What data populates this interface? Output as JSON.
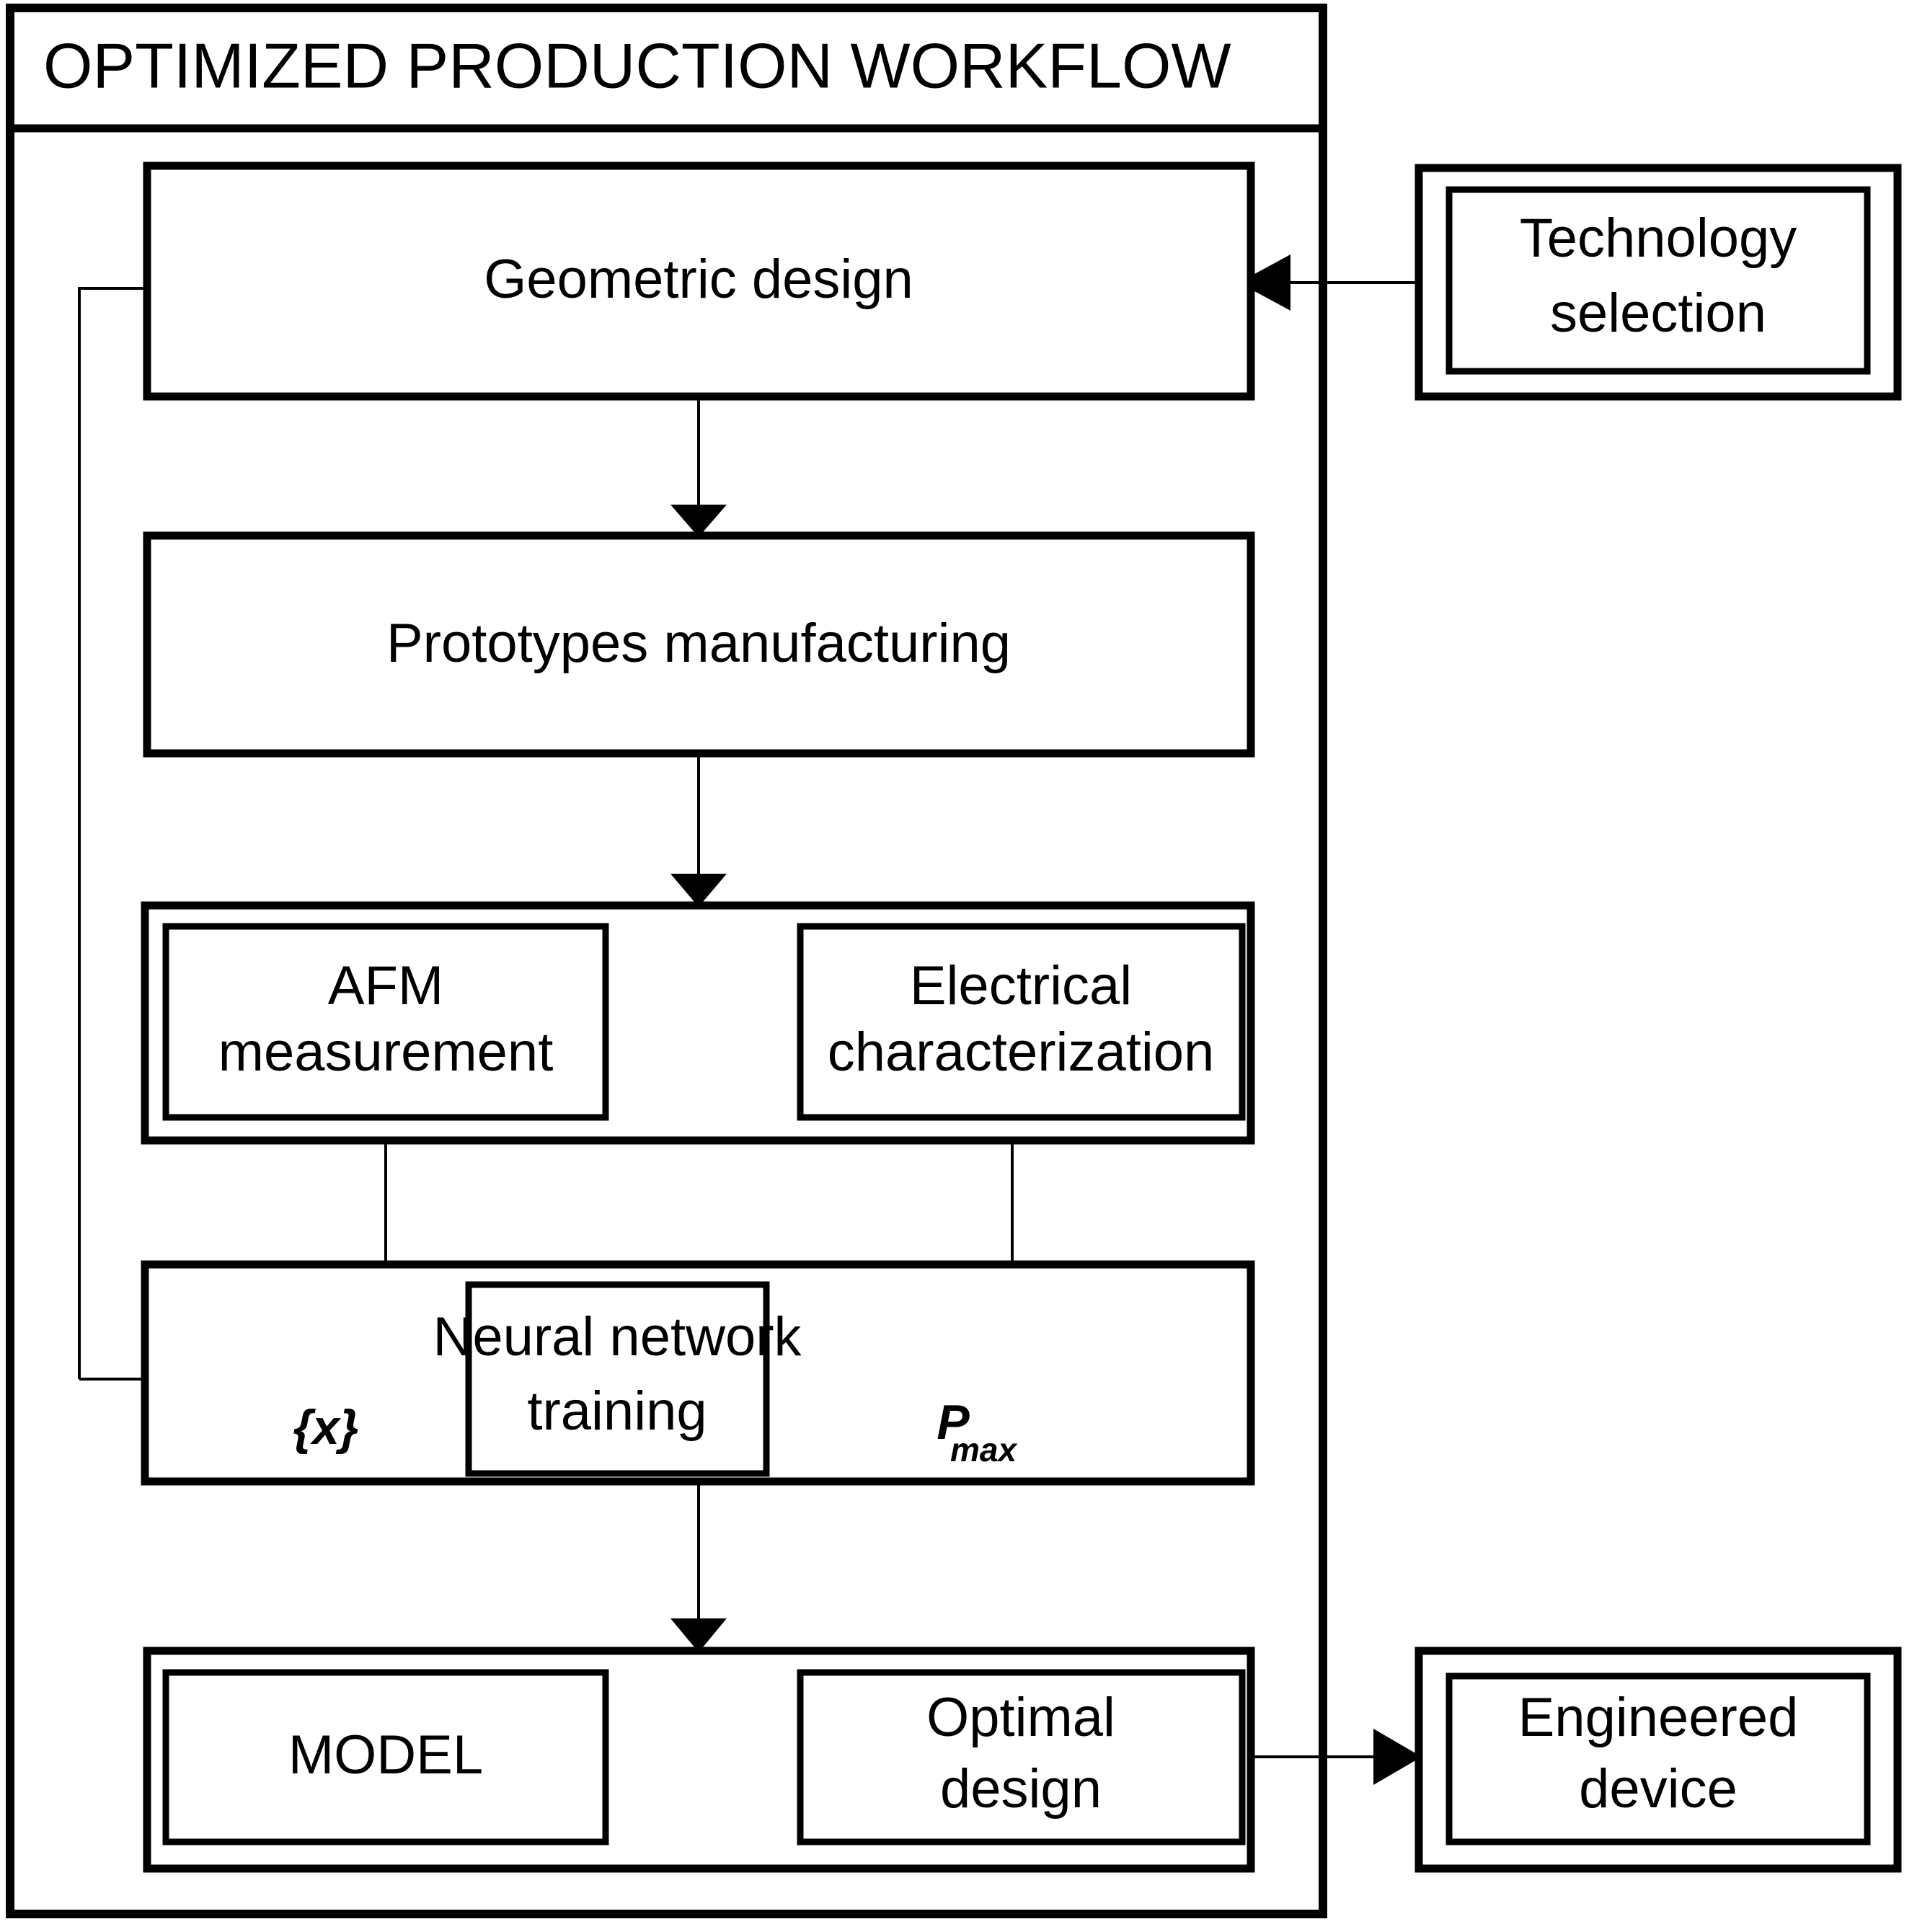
{
  "diagram": {
    "title": "OPTIMIZED PRODUCTION WORKFLOW",
    "type": "flowchart",
    "colors": {
      "stroke": "#000000",
      "fill": "#ffffff",
      "text": "#000000"
    },
    "nodes": {
      "geometric_design": "Geometric design",
      "prototypes_manufacturing": "Prototypes manufacturing",
      "afm_measurement_line1": "AFM",
      "afm_measurement_line2": "measurement",
      "electrical_characterization_line1": "Electrical",
      "electrical_characterization_line2": "characterization",
      "neural_network_training_line1": "Neural network",
      "neural_network_training_line2": "training",
      "model": "MODEL",
      "optimal_design_line1": "Optimal",
      "optimal_design_line2": "design",
      "technology_selection_line1": "Technology",
      "technology_selection_line2": "selection",
      "engineered_device_line1": "Engineered",
      "engineered_device_line2": "device"
    },
    "edge_labels": {
      "inputs_set": "{x}",
      "pmax_base": "P",
      "pmax_subscript": "max"
    }
  }
}
